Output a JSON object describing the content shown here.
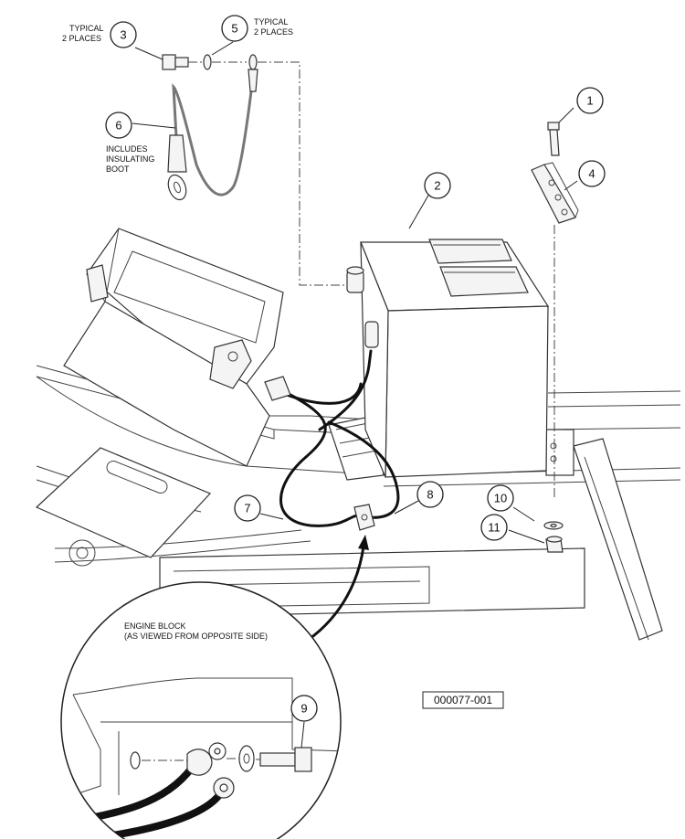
{
  "callouts": [
    {
      "id": "1",
      "label": "1"
    },
    {
      "id": "2",
      "label": "2"
    },
    {
      "id": "3",
      "label": "3"
    },
    {
      "id": "4",
      "label": "4"
    },
    {
      "id": "5",
      "label": "5"
    },
    {
      "id": "6",
      "label": "6"
    },
    {
      "id": "7",
      "label": "7"
    },
    {
      "id": "8",
      "label": "8"
    },
    {
      "id": "9",
      "label": "9"
    },
    {
      "id": "10",
      "label": "10"
    },
    {
      "id": "11",
      "label": "11"
    }
  ],
  "notes": {
    "typical_left_line1": "TYPICAL",
    "typical_left_line2": "2 PLACES",
    "typical_right_line1": "TYPICAL",
    "typical_right_line2": "2 PLACES",
    "boot_line1": "INCLUDES",
    "boot_line2": "INSULATING",
    "boot_line3": "BOOT",
    "engine_line1": "ENGINE BLOCK",
    "engine_line2": "(AS VIEWED FROM OPPOSITE SIDE)"
  },
  "document_number": "000077-001"
}
